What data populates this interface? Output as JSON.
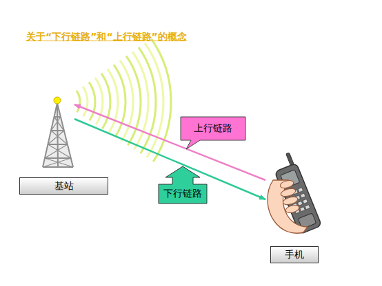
{
  "diagram": {
    "title": "关于“下行链路”和“上行链路”的概念",
    "nodes": [
      {
        "text": [
          "基站"
        ]
      },
      {
        "text": [
          "手机"
        ]
      }
    ],
    "edges": [
      {
        "from": 1,
        "to": 0,
        "arrow": "to",
        "label": "上行链路"
      },
      {
        "from": 0,
        "to": 1,
        "arrow": "to",
        "label": "下行链路"
      }
    ]
  }
}
